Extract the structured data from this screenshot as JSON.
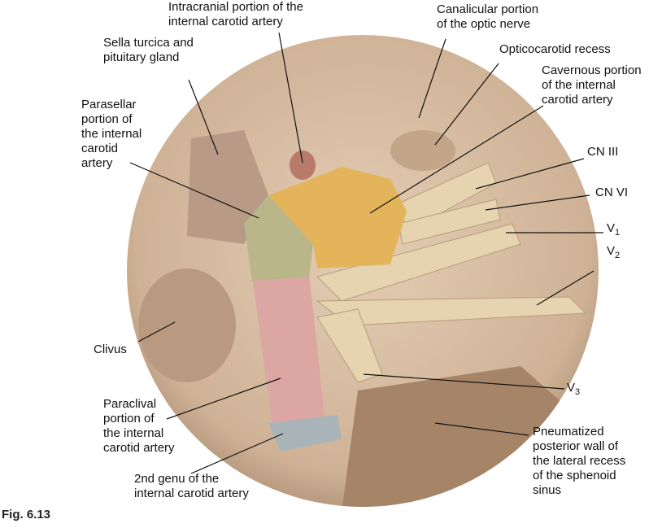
{
  "figure_label": "Fig. 6.13",
  "labels": {
    "intracranial_ica": "Intracranial portion of the\ninternal carotid artery",
    "sella": "Sella turcica and\npituitary gland",
    "canalicular": "Canalicular portion\nof the optic nerve",
    "opticocarotid": "Opticocarotid recess",
    "cavernous": "Cavernous portion\nof the internal\ncarotid artery",
    "parasellar": "Parasellar\nportion of\nthe internal\ncarotid\nartery",
    "cn3": "CN III",
    "cn6": "CN VI",
    "v1": "V",
    "v1_sub": "1",
    "v2": "V",
    "v2_sub": "2",
    "v3": "V",
    "v3_sub": "3",
    "clivus": "Clivus",
    "paraclival": "Paraclival\nportion of\nthe internal\ncarotid artery",
    "genu": "2nd genu of the\ninternal carotid artery",
    "pneumatized": "Pneumatized\nposterior wall of\nthe lateral recess\nof the sphenoid\nsinus"
  },
  "colors": {
    "bone": "#d9bfa6",
    "cavernous": "#e3b45a",
    "parasellar": "#b9b68a",
    "paraclival": "#dca7a3",
    "genu": "#a9b4b8",
    "nerve": "#e6d3b0"
  }
}
